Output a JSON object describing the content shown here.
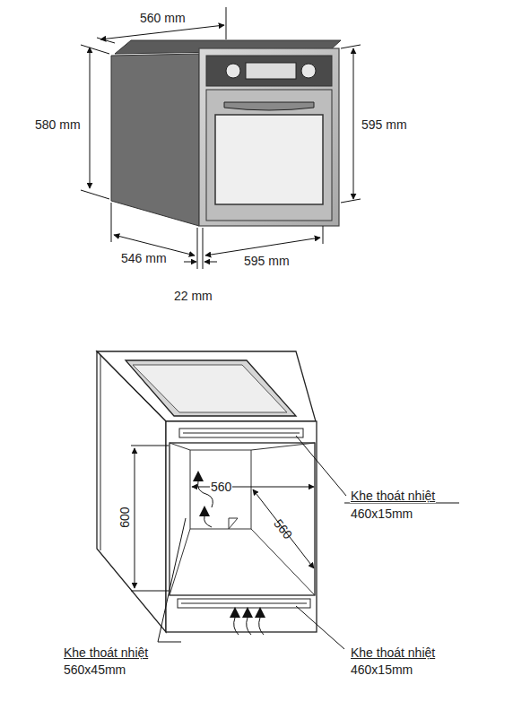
{
  "diagram": {
    "labels": [
      "560 mm",
      "580 mm",
      "595 mm",
      "546 mm",
      "595 mm",
      "22 mm",
      "560",
      "560",
      "600",
      "Khe thoát nhiệt",
      "460x15mm",
      "Khe thoát nhiệt",
      "560x45mm",
      "Khe thoát nhiệt",
      "460x15mm"
    ]
  }
}
